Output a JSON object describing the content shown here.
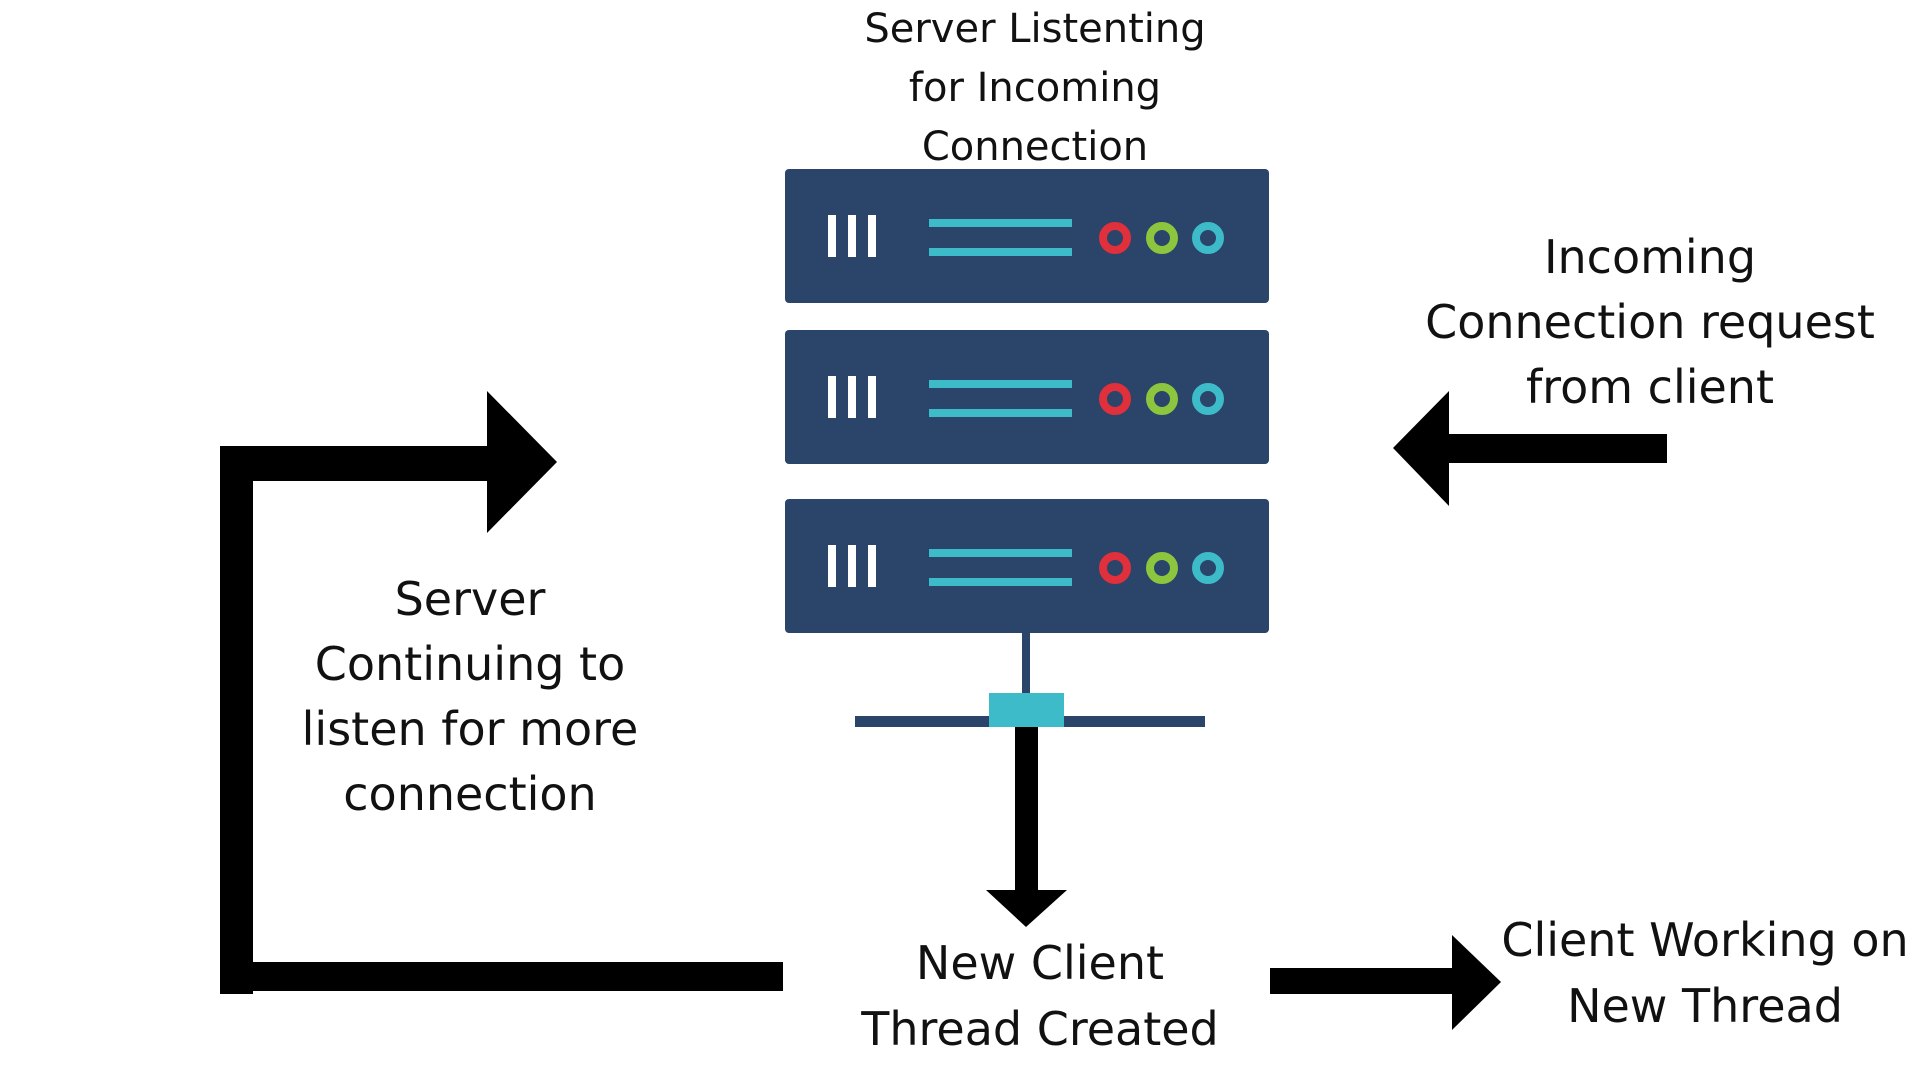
{
  "colors": {
    "server_body": "#2a446a",
    "accent_teal": "#3dbbc9",
    "light_red": "#e0303c",
    "light_green": "#8cc63e",
    "light_teal": "#3dbbc9",
    "stripe": "#ffffff",
    "arrow": "#000000",
    "network_line": "#2a446a",
    "text": "#111111",
    "background": "#ffffff"
  },
  "server": {
    "unit_count": 3,
    "icons": [
      "server-rack-icon",
      "network-hub-icon"
    ]
  },
  "labels": {
    "top": [
      "Server Listenting",
      "for Incoming",
      "Connection"
    ],
    "right": [
      "Incoming",
      "Connection request",
      "from client"
    ],
    "left": [
      "Server",
      "Continuing to",
      "listen for more",
      "connection"
    ],
    "bottom": [
      "New Client",
      "Thread Created"
    ],
    "far_right": [
      "Client Working on",
      "New Thread"
    ]
  }
}
